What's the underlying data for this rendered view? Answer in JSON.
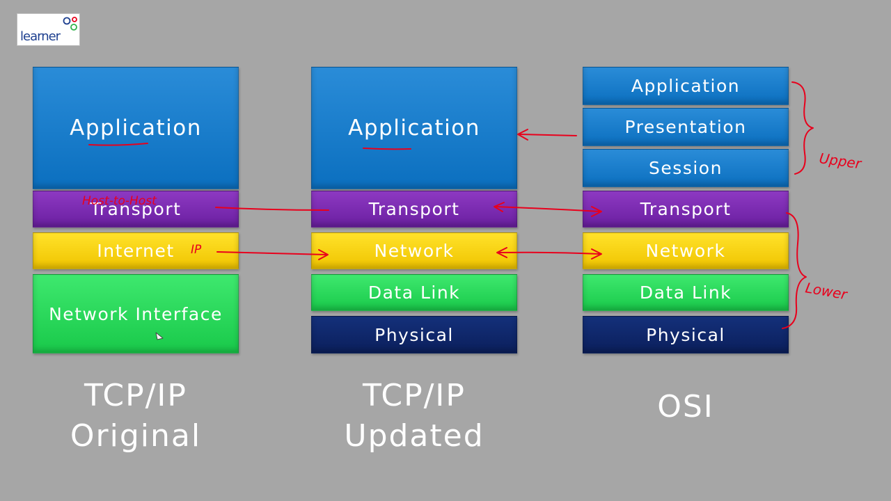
{
  "logo": {
    "text": "learner"
  },
  "columns": [
    {
      "id": "tcpip-original",
      "caption_line1": "TCP/IP",
      "caption_line2": "Original",
      "layers": [
        "Application",
        "Transport",
        "Internet",
        "Network Interface"
      ]
    },
    {
      "id": "tcpip-updated",
      "caption_line1": "TCP/IP",
      "caption_line2": "Updated",
      "layers": [
        "Application",
        "Transport",
        "Network",
        "Data Link",
        "Physical"
      ]
    },
    {
      "id": "osi",
      "caption_line1": "OSI",
      "caption_line2": "",
      "layers": [
        "Application",
        "Presentation",
        "Session",
        "Transport",
        "Network",
        "Data Link",
        "Physical"
      ]
    }
  ],
  "annotations": {
    "host_to_host": "Host-to-Host",
    "ip": "IP",
    "upper": "Upper",
    "lower": "Lower"
  },
  "colors": {
    "application": "#1a7fcf",
    "transport": "#7a2db3",
    "network": "#f7d000",
    "link": "#22d35a",
    "physical": "#0f2668",
    "ink": "#e8001c",
    "background": "#a6a6a6"
  }
}
